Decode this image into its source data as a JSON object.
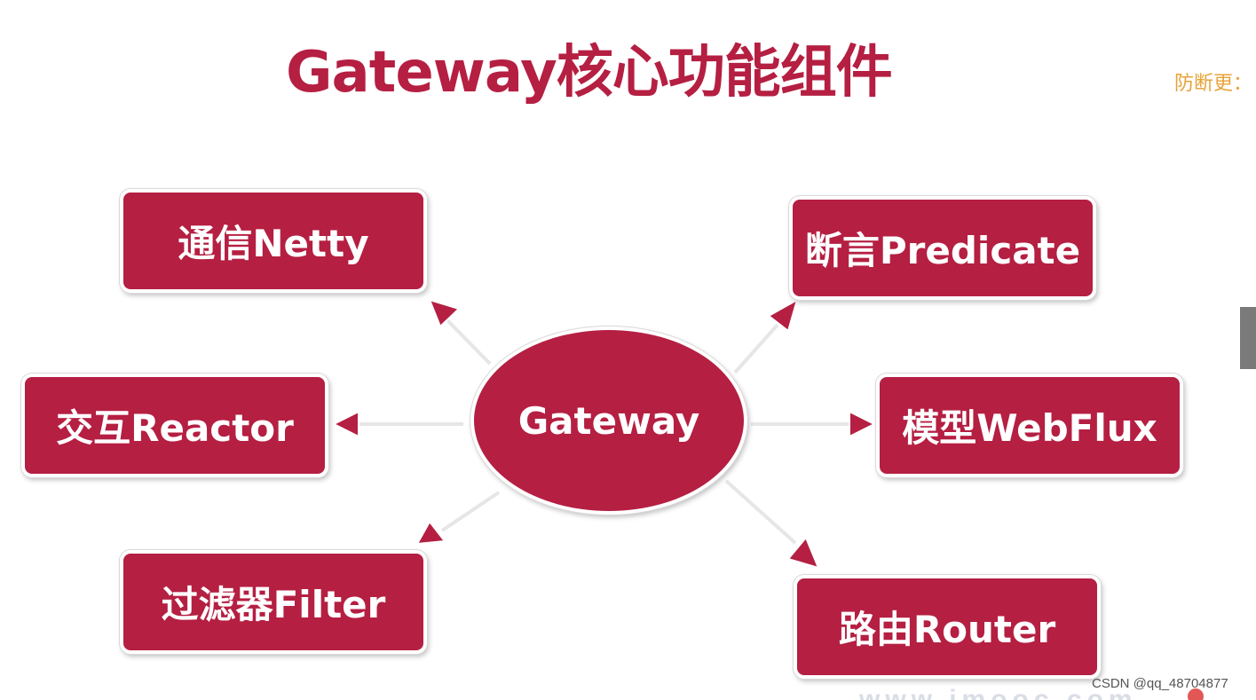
{
  "title": "Gateway核心功能组件",
  "watermark_top": "防断更：",
  "hub": {
    "label": "Gateway"
  },
  "nodes": {
    "netty": "通信Netty",
    "reactor": "交互Reactor",
    "filter": "过滤器Filter",
    "predicate": "断言Predicate",
    "webflux": "模型WebFlux",
    "router": "路由Router"
  },
  "footer": {
    "credit": "CSDN @qq_48704877",
    "site": "www.imooc.com"
  },
  "colors": {
    "accent": "#b51f42",
    "watermark": "#e8a33a"
  }
}
